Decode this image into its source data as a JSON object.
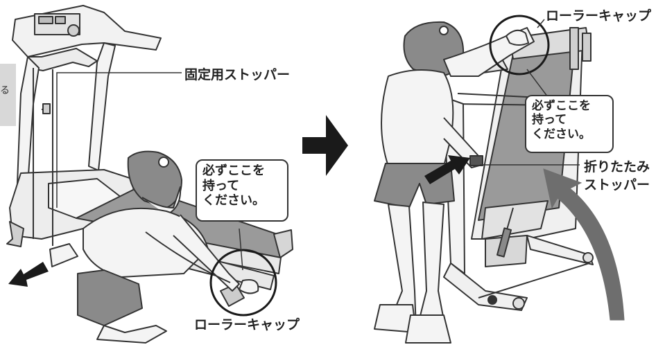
{
  "labels": {
    "left_stopper": "固定用ストッパー",
    "left_cap": "ローラーキャップ",
    "right_cap": "ローラーキャップ",
    "fold_stopper_line1": "折りたたみ",
    "fold_stopper_line2": "ストッパー",
    "side_char": "る"
  },
  "callouts": {
    "left": {
      "line1": "必ずここを",
      "line2": "持って",
      "line3": "ください。"
    },
    "right": {
      "line1": "必ずここを",
      "line2": "持って",
      "line3": "ください。"
    }
  },
  "colors": {
    "line": "#333333",
    "shade": "#d9d9d9",
    "dark_shade": "#8a8a8a",
    "arrow": "#1a1a1a",
    "curve_arrow": "#6e6e6e"
  }
}
